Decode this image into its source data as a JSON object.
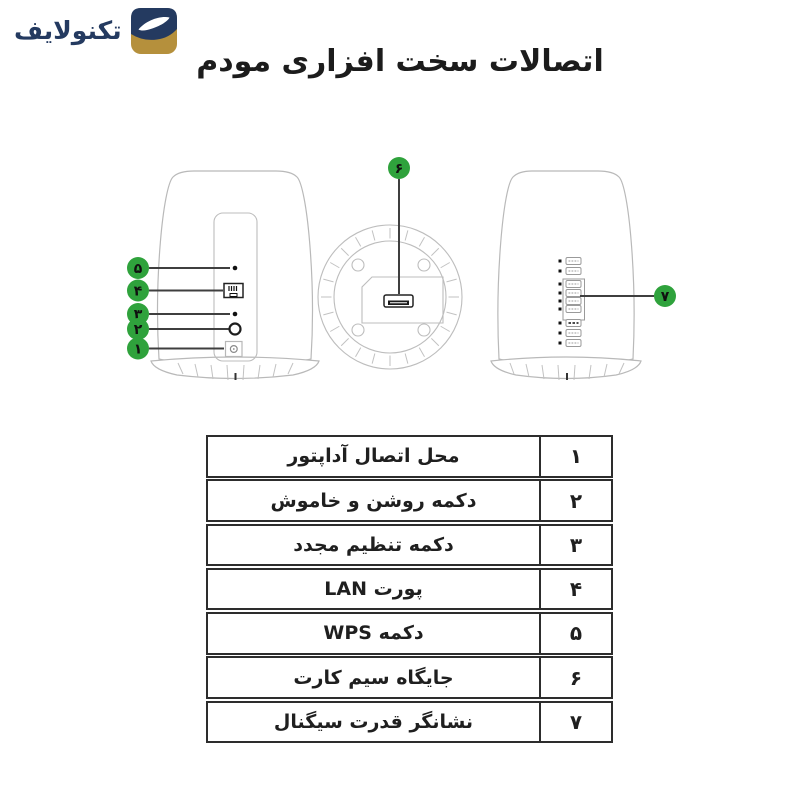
{
  "logo": {
    "text": "تکنولایف"
  },
  "title": "اتصالات سخت افزاری مودم",
  "colors": {
    "accent_green": "#2fa23c",
    "logo_navy": "#243a60",
    "logo_gold": "#b5903c",
    "table_border": "#2d2d2d",
    "text": "#1f1f1f"
  },
  "diagram": {
    "callouts": [
      "۱",
      "۲",
      "۳",
      "۴",
      "۵",
      "۶",
      "۷"
    ]
  },
  "table": {
    "rows": [
      {
        "num": "۱",
        "label": "محل اتصال آداپتور"
      },
      {
        "num": "۲",
        "label": "دکمه روشن و خاموش"
      },
      {
        "num": "۳",
        "label": "دکمه تنظیم مجدد"
      },
      {
        "num": "۴",
        "label": "پورت LAN"
      },
      {
        "num": "۵",
        "label": "دکمه WPS"
      },
      {
        "num": "۶",
        "label": "جایگاه سیم کارت"
      },
      {
        "num": "۷",
        "label": "نشانگر قدرت سیگنال"
      }
    ]
  }
}
